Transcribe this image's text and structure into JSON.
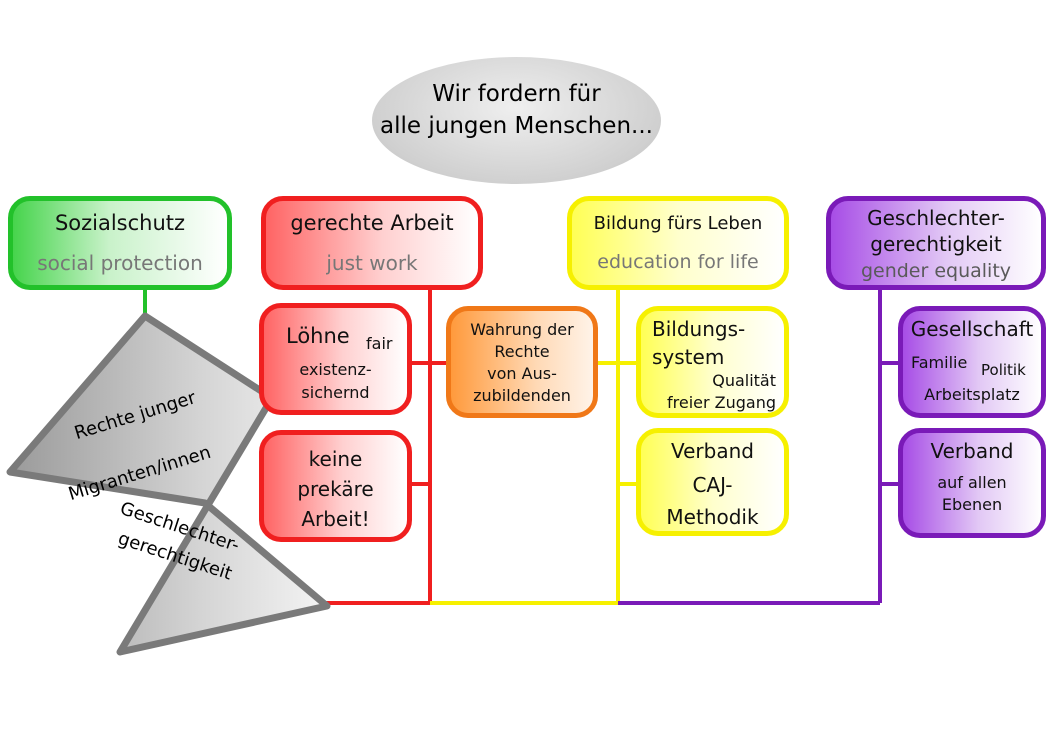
{
  "header": {
    "line1": "Wir fordern für",
    "line2": "alle jungen Menschen..."
  },
  "sozialschutz": {
    "title": "Sozialschutz",
    "subtitle": "social protection"
  },
  "arbeit": {
    "title": "gerechte Arbeit",
    "subtitle": "just work"
  },
  "bildung": {
    "title": "Bildung fürs Leben",
    "subtitle": "education for life"
  },
  "gender": {
    "title1": "Geschlechter-",
    "title2": "gerechtigkeit",
    "subtitle": "gender equality"
  },
  "loehne": {
    "title": "Löhne",
    "tag": "fair",
    "line1": "existenz-",
    "line2": "sichernd"
  },
  "prekaer": {
    "line1": "keine",
    "line2": "prekäre",
    "line3": "Arbeit!"
  },
  "wahrung": {
    "line1": "Wahrung der",
    "line2": "Rechte",
    "line3": "von Aus-",
    "line4": "zubildenden"
  },
  "bildungssystem": {
    "line1": "Bildungs-",
    "line2": "system",
    "line3": "Qualität",
    "line4": "freier Zugang"
  },
  "verband_caj": {
    "line1": "Verband",
    "line2": "CAJ-",
    "line3": "Methodik"
  },
  "gesellschaft": {
    "title": "Gesellschaft",
    "item1": "Familie",
    "item2": "Politik",
    "item3": "Arbeitsplatz"
  },
  "verband_ebenen": {
    "line1": "Verband",
    "line2": "auf allen",
    "line3": "Ebenen"
  },
  "star": {
    "line1": "Rechte junger",
    "line2": "Migranten/innen",
    "line3": "Geschlechter-",
    "line4": "gerechtigkeit"
  },
  "colors": {
    "green": "#22c12a",
    "red": "#f01f1f",
    "orange": "#f07818",
    "yellow": "#f6f000",
    "purple": "#7a1ab8",
    "gray": "#7a7a7a"
  }
}
